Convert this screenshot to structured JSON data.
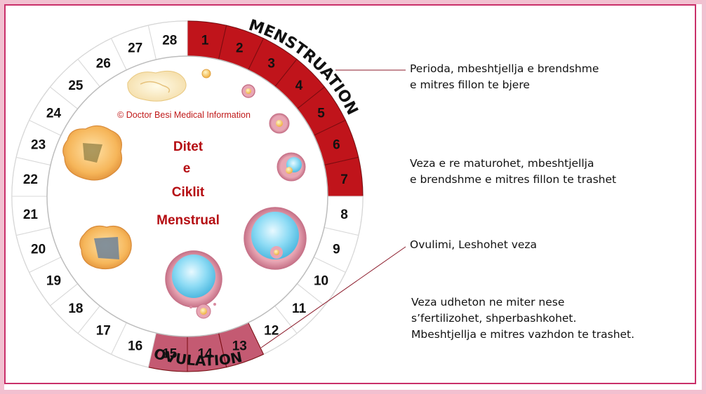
{
  "copyright": "© Doctor Besi Medical Information",
  "center_title": [
    "Ditet",
    "e",
    "Ciklit",
    "Menstrual"
  ],
  "days": [
    "1",
    "2",
    "3",
    "4",
    "5",
    "6",
    "7",
    "8",
    "9",
    "10",
    "11",
    "12",
    "13",
    "14",
    "15",
    "16",
    "17",
    "18",
    "19",
    "20",
    "21",
    "22",
    "23",
    "24",
    "25",
    "26",
    "27",
    "28"
  ],
  "menstruation_days": [
    1,
    7
  ],
  "ovulation_days": [
    13,
    15
  ],
  "arc_label_top": "MENSTRUATION",
  "arc_label_bottom": "OVULATION",
  "notes": [
    {
      "lines": [
        "Perioda, mbeshtjellja e brendshme",
        "e mitres fillon te bjere"
      ]
    },
    {
      "lines": [
        "Veza e re maturohet, mbeshtjellja",
        "e brendshme e mitres fillon te trashet"
      ]
    },
    {
      "lines": [
        "Ovulimi, Leshohet veza"
      ]
    },
    {
      "lines": [
        "Veza udheton ne miter nese",
        "s’fertilizohet, shperbashkohet.",
        "Mbeshtjellja e mitres vazhdon te trashet."
      ]
    }
  ],
  "colors": {
    "menstruation": "#c0141b",
    "ovulation": "#c45a72",
    "title_text": "#b50d12",
    "ring_line": "#d8d8d8",
    "frame_outer": "#f2c0d0",
    "frame_inner": "#c9306a",
    "connector": "#8b1a2a"
  },
  "icons": [
    "corpus-albicans-icon",
    "corpus-luteum-icon",
    "follicle-icon",
    "mature-follicle-icon",
    "released-egg-icon"
  ]
}
